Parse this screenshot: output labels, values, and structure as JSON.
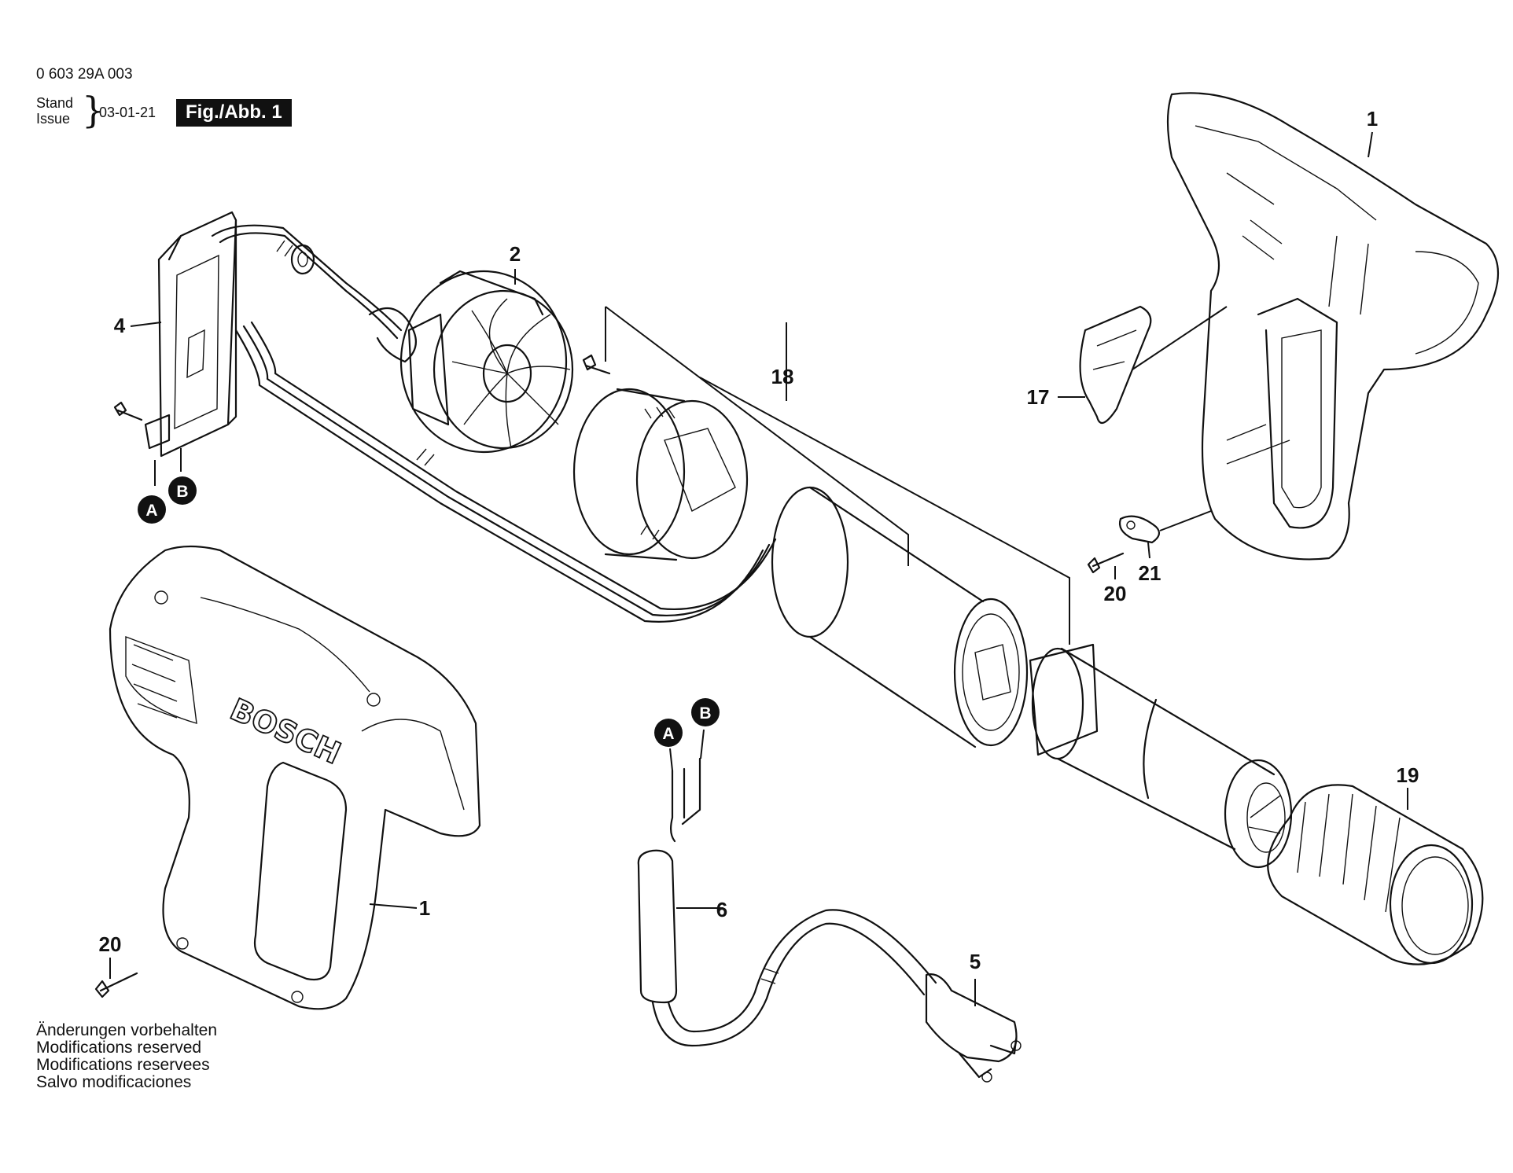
{
  "header": {
    "part_number": "0 603 29A 003",
    "stand": "Stand",
    "issue": "Issue",
    "date": "03-01-21",
    "figure_label": "Fig./Abb. 1"
  },
  "notes": [
    "Änderungen vorbehalten",
    "Modifications reserved",
    "Modifications reservees",
    "Salvo modificaciones"
  ],
  "callouts": {
    "housing_right": "1",
    "fan": "2",
    "switch_board": "4",
    "heating_assembly": "18",
    "switch_cap": "17",
    "screw_right": "20",
    "clamp": "21",
    "housing_left": "1",
    "screw_left": "20",
    "cable": "6",
    "plug": "5",
    "nozzle_cap": "19"
  },
  "connectors": {
    "a_label": "A",
    "b_label": "B"
  },
  "brand_logo": "BOSCH"
}
